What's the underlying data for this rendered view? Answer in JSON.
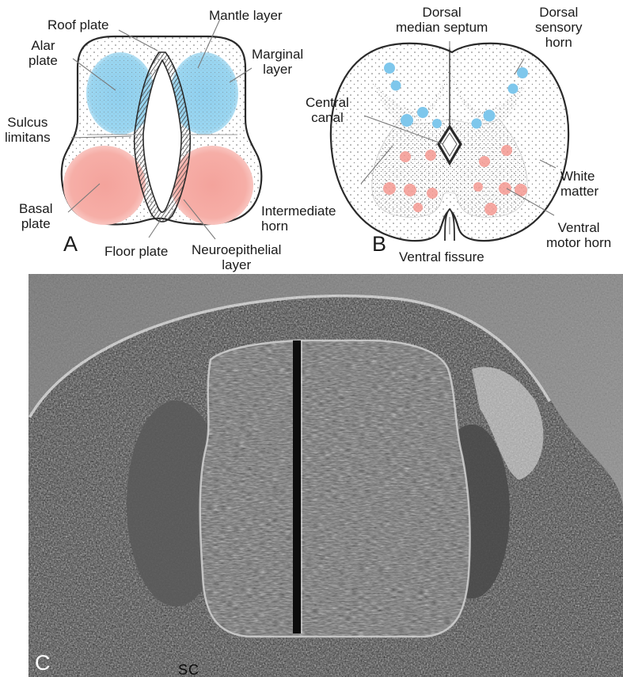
{
  "panel_a": {
    "letter": "A",
    "labels": {
      "roof_plate": "Roof plate",
      "alar_plate": "Alar\nplate",
      "sulcus_limitans": "Sulcus\nlimitans",
      "basal_plate": "Basal\nplate",
      "floor_plate": "Floor plate",
      "mantle_layer": "Mantle layer",
      "marginal_layer": "Marginal\nlayer",
      "neuroepithelial_layer": "Neuroepithelial\nlayer"
    }
  },
  "panel_b": {
    "letter": "B",
    "labels": {
      "dorsal_median_septum": "Dorsal\nmedian septum",
      "dorsal_sensory_horn": "Dorsal\nsensory\nhorn",
      "central_canal": "Central\ncanal",
      "intermediate_horn": "Intermediate\nhorn",
      "white_matter": "White\nmatter",
      "ventral_motor_horn": "Ventral\nmotor horn",
      "ventral_fissure": "Ventral fissure"
    }
  },
  "panel_c": {
    "letter": "C",
    "labels": {
      "sc": "SC"
    }
  },
  "colors": {
    "alar_blue": "#8fd0ef",
    "basal_red": "#f4a39c",
    "outline": "#2a2a2a",
    "photo_bg": "#8a8a8a"
  }
}
